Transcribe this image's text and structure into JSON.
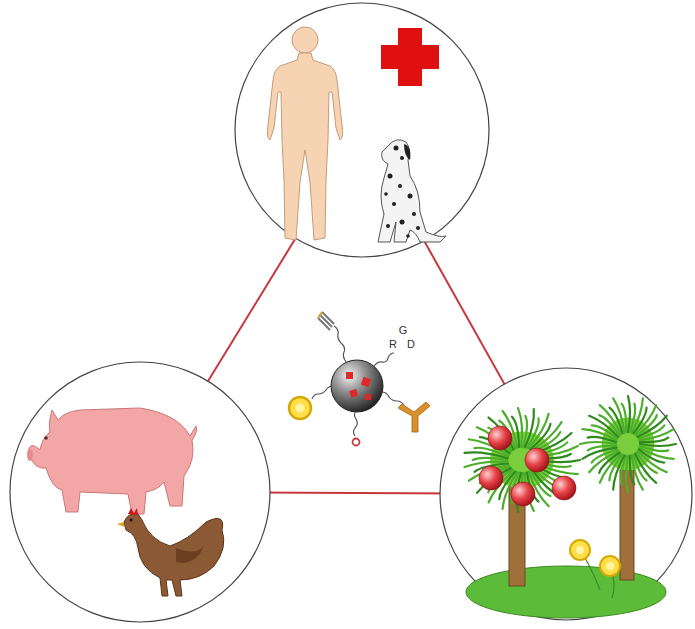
{
  "diagram": {
    "labels": [
      "R",
      "G",
      "D"
    ]
  }
}
